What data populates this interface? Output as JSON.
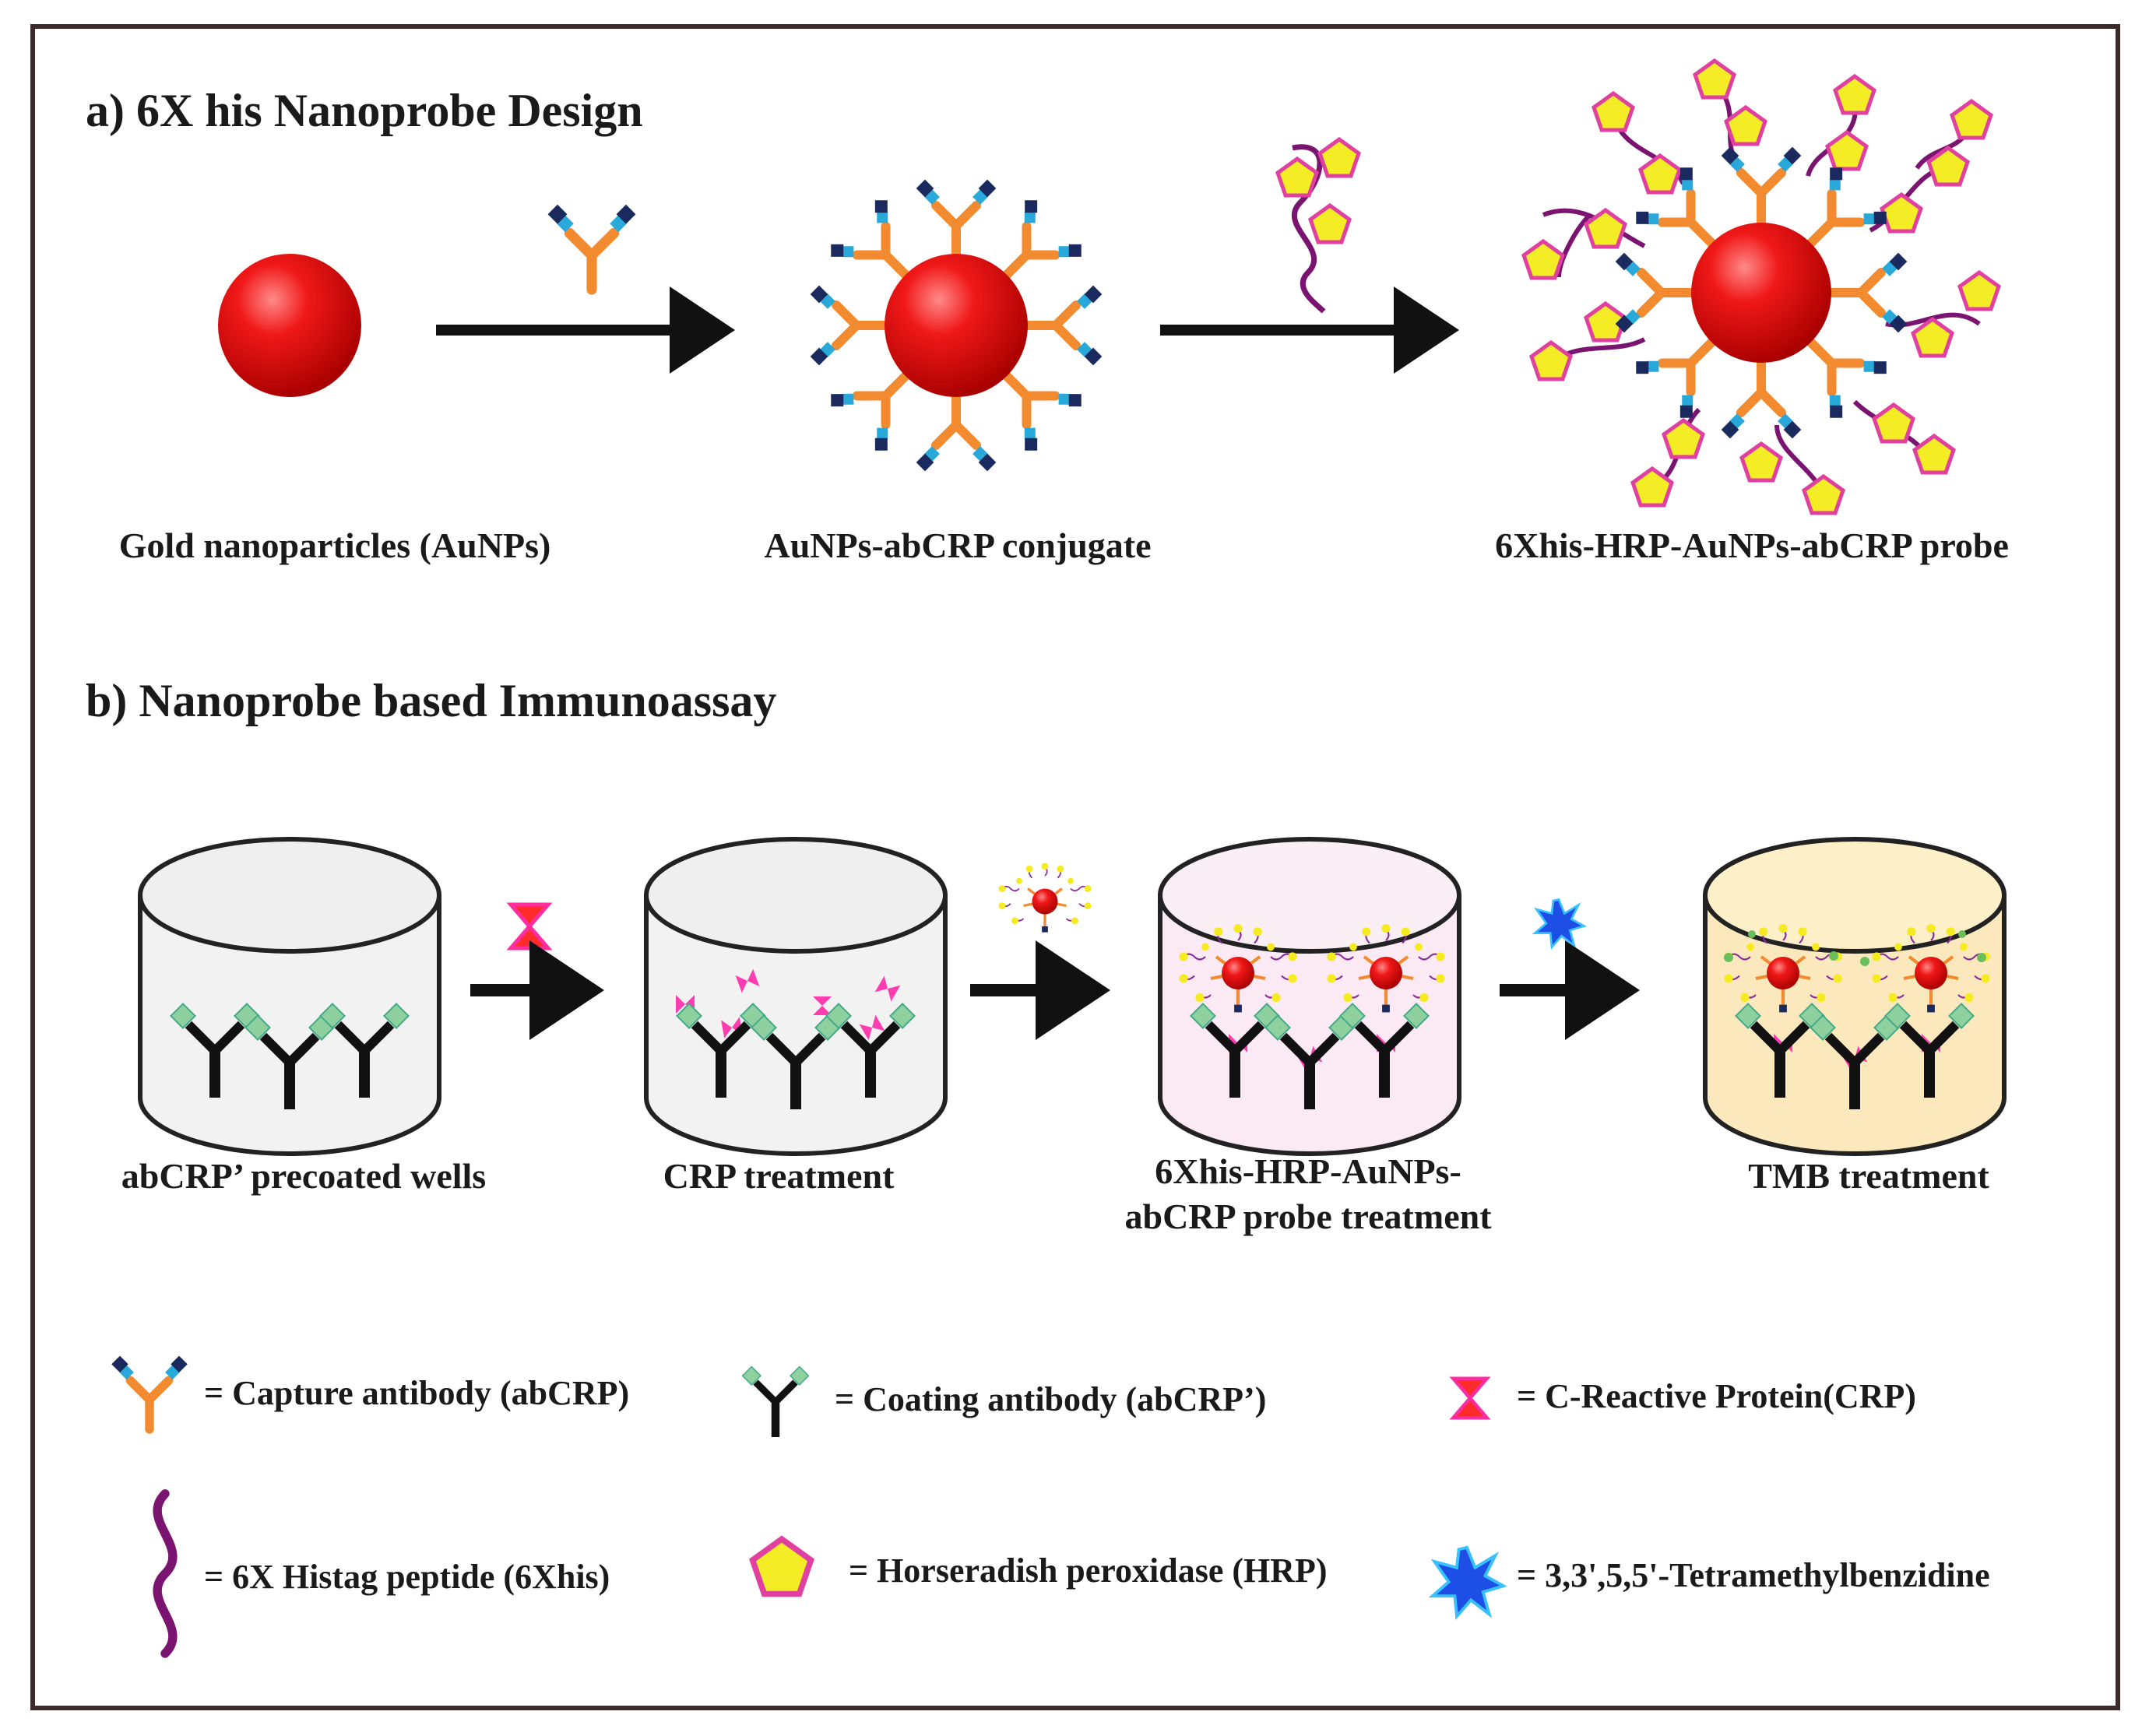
{
  "section_a": {
    "title": "a) 6X his Nanoprobe Design",
    "labels": [
      "Gold nanoparticles (AuNPs)",
      "AuNPs-abCRP conjugate",
      "6Xhis-HRP-AuNPs-abCRP probe"
    ]
  },
  "section_b": {
    "title": "b) Nanoprobe based  Immunoassay",
    "labels": [
      "abCRP’ precoated wells",
      "CRP treatment",
      "6Xhis-HRP-AuNPs-",
      "abCRP probe treatment",
      "TMB treatment"
    ]
  },
  "legend": [
    {
      "icon": "capture-antibody-icon",
      "text": "= Capture antibody (abCRP)"
    },
    {
      "icon": "coating-antibody-icon",
      "text": "= Coating antibody (abCRP’)"
    },
    {
      "icon": "crp-protein-icon",
      "text": "= C-Reactive Protein(CRP)"
    },
    {
      "icon": "histag-peptide-icon",
      "text": "= 6X Histag peptide (6Xhis)"
    },
    {
      "icon": "hrp-pentagon-icon",
      "text": "= Horseradish peroxidase (HRP)"
    },
    {
      "icon": "tmb-star-icon",
      "text": "= 3,3',5,5'-Tetramethylbenzidine"
    }
  ],
  "colors": {
    "gold_np": "#e01010",
    "antibody_arm": "#f28a30",
    "antibody_tip_cyan": "#29a9d9",
    "antibody_tip_navy": "#1b2a5e",
    "coating_antibody": "#111111",
    "coating_tip": "#8fd19e",
    "crp": "#ff2da0",
    "peptide": "#7a1470",
    "hrp": "#f4ec24",
    "tmb": "#1d4fe6",
    "well_grey": "#f2f2f2",
    "well_pink": "#fbe9f4",
    "well_yellow": "#fbe9bd"
  }
}
